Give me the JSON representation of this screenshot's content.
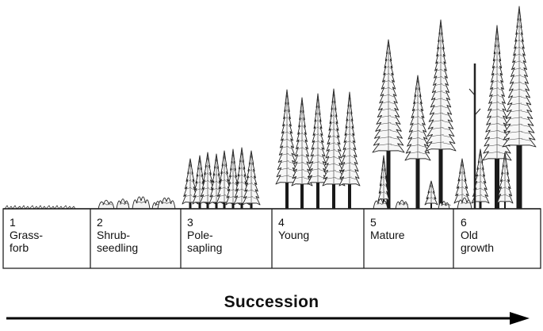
{
  "stages": [
    {
      "number": "1",
      "line1": "Grass-",
      "line2": "forb"
    },
    {
      "number": "2",
      "line1": "Shrub-",
      "line2": "seedling"
    },
    {
      "number": "3",
      "line1": "Pole-",
      "line2": "sapling"
    },
    {
      "number": "4",
      "line1": "Young",
      "line2": ""
    },
    {
      "number": "5",
      "line1": "Mature",
      "line2": ""
    },
    {
      "number": "6",
      "line1": "Old",
      "line2": "growth"
    }
  ],
  "arrow_label": "Succession"
}
